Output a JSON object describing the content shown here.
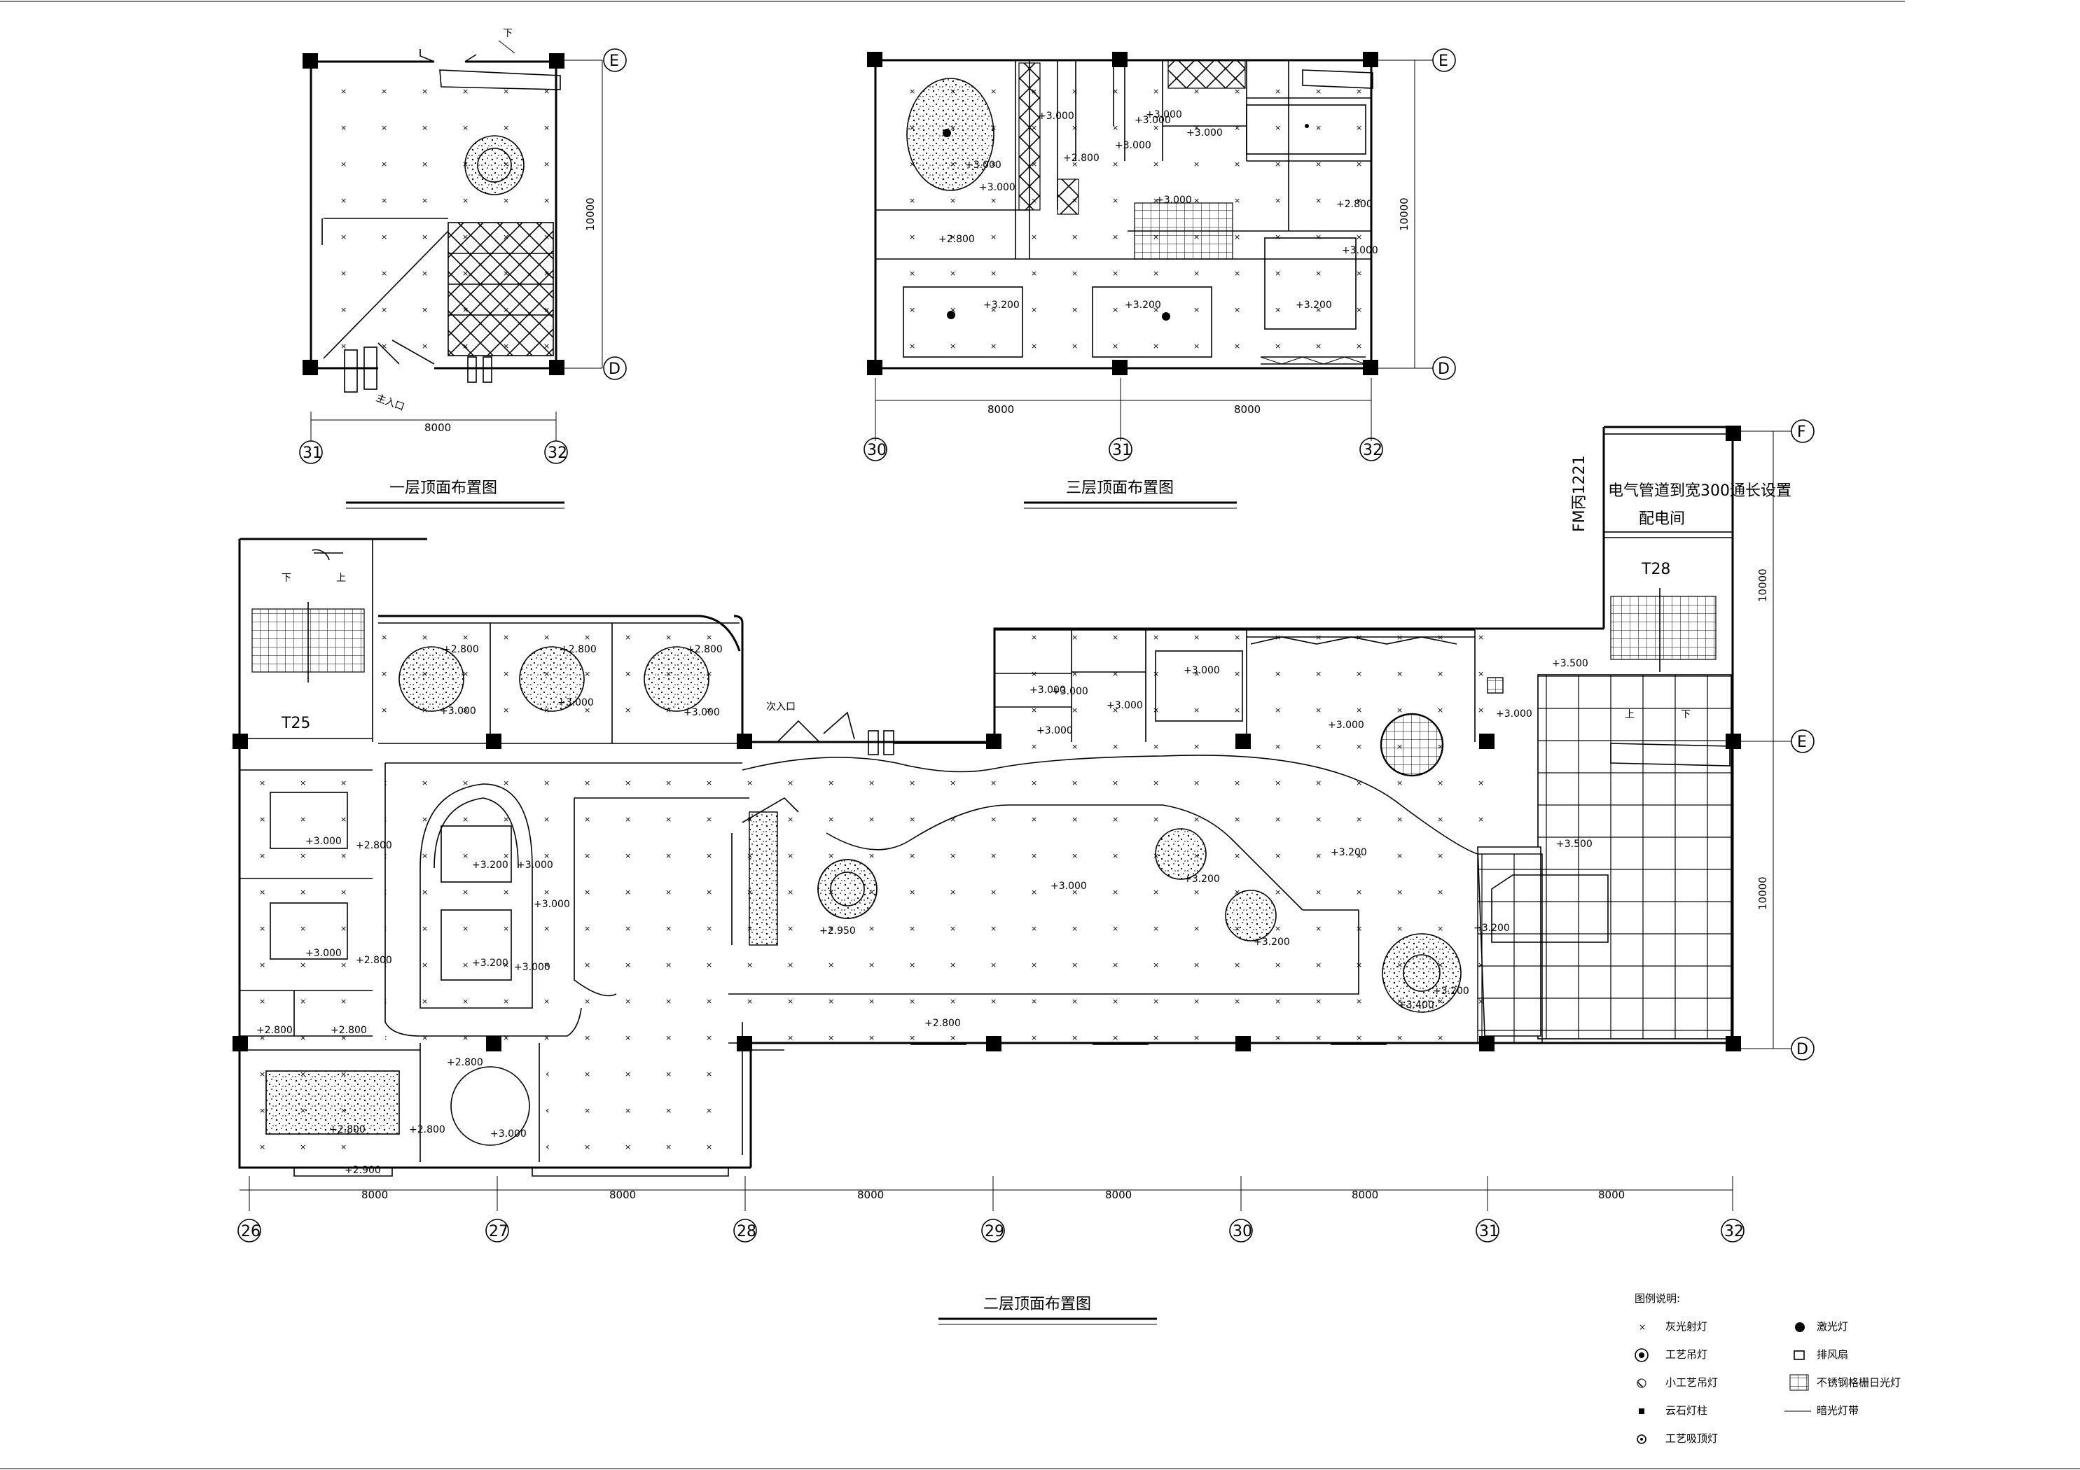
{
  "plans": {
    "first_floor": {
      "title": "一层顶面布置图",
      "entrance": "主入口",
      "down": "下",
      "dim_width": "8000",
      "dim_height": "10000",
      "axes": {
        "left": "31",
        "right": "32",
        "top": "E",
        "bottom": "D"
      }
    },
    "third_floor": {
      "title": "三层顶面布置图",
      "dims": [
        "8000",
        "8000"
      ],
      "dim_height": "10000",
      "axes": {
        "x": [
          "30",
          "31",
          "32"
        ],
        "top": "E",
        "bottom": "D"
      },
      "elevations": [
        "+3.000",
        "+3.000",
        "+3.000",
        "+3.000",
        "+2.800",
        "+2.800",
        "+3.000",
        "+3.200",
        "+3.200",
        "+3.200",
        "+3.000",
        "+3.000",
        "+2.800",
        "+3.000",
        "+3.000"
      ]
    },
    "second_floor": {
      "title": "二层顶面布置图",
      "secondary_entrance": "次入口",
      "stair_left": "T25",
      "stair_right": "T28",
      "down": "下",
      "up": "上",
      "power_room": "配电间",
      "power_room_note": "电气管道到宽300通长设置",
      "door_tag": "FM丙1221",
      "dims": [
        "8000",
        "8000",
        "8000",
        "8000",
        "8000",
        "8000"
      ],
      "dim_height_top": "10000",
      "dim_height_bottom": "10000",
      "axes": {
        "x": [
          "26",
          "27",
          "28",
          "29",
          "30",
          "31",
          "32"
        ],
        "right": [
          "F",
          "E",
          "D"
        ]
      },
      "elevations": [
        "+2.800",
        "+2.800",
        "+2.800",
        "+3.000",
        "+3.000",
        "+3.000",
        "+3.000",
        "+2.800",
        "+3.000",
        "+2.800",
        "+3.200",
        "+3.000",
        "+3.000",
        "+3.200",
        "+3.000",
        "+2.800",
        "+2.800",
        "+2.800",
        "+2.800",
        "+3.000",
        "+2.800",
        "+2.900",
        "+2.950",
        "+3.000",
        "+3.200",
        "+3.200",
        "+3.200",
        "+2.800",
        "+3.000",
        "+3.000",
        "+3.000",
        "+3.000",
        "+3.000",
        "+3.000",
        "+3.200",
        "+3.500",
        "+3.000",
        "+3.500",
        "+3.200",
        "+3.400"
      ]
    }
  },
  "legend": {
    "title": "图例说明:",
    "items": [
      {
        "icon": "spotlight-icon",
        "label": "灰光射灯"
      },
      {
        "icon": "laser-light-icon",
        "label": "激光灯"
      },
      {
        "icon": "pendant-light-icon",
        "label": "工艺吊灯"
      },
      {
        "icon": "exhaust-fan-icon",
        "label": "排风扇"
      },
      {
        "icon": "small-pendant-icon",
        "label": "小工艺吊灯"
      },
      {
        "icon": "grille-light-icon",
        "label": "不锈钢格栅日光灯"
      },
      {
        "icon": "cloud-column-icon",
        "label": "云石灯柱"
      },
      {
        "icon": "light-strip-icon",
        "label": "暗光灯带"
      },
      {
        "icon": "ceiling-light-icon",
        "label": "工艺吸顶灯"
      }
    ]
  }
}
